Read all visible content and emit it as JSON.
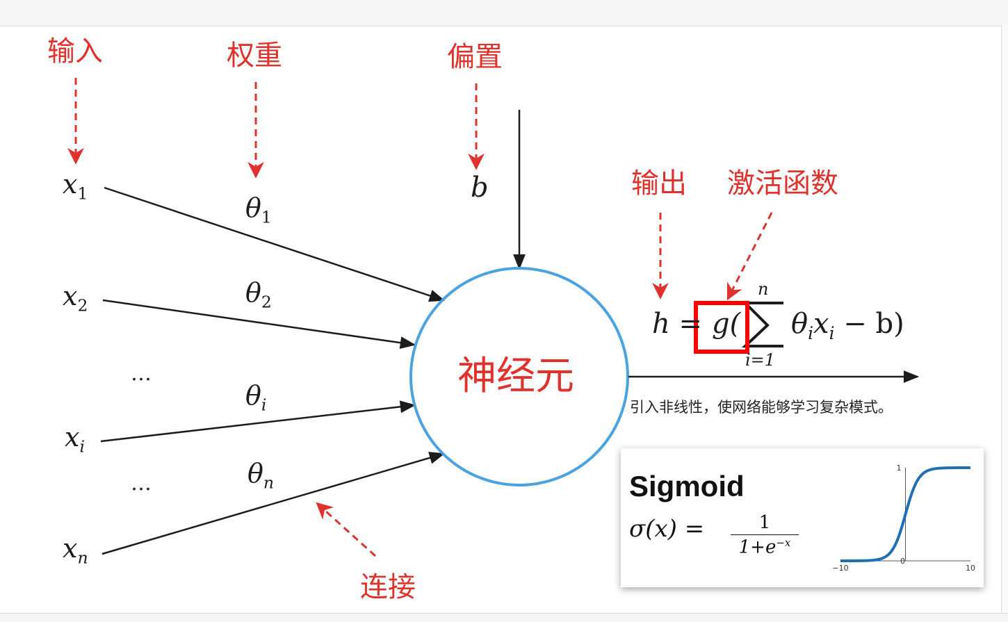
{
  "labels": {
    "input": "输入",
    "weight": "权重",
    "bias": "偏置",
    "output": "输出",
    "activation": "激活函数",
    "connection": "连接",
    "neuron": "神经元"
  },
  "inputs": [
    {
      "base": "x",
      "sub": "1"
    },
    {
      "base": "x",
      "sub": "2"
    },
    {
      "base": "x",
      "sub": "i"
    },
    {
      "base": "x",
      "sub": "n"
    }
  ],
  "weights": [
    {
      "base": "θ",
      "sub": "1"
    },
    {
      "base": "θ",
      "sub": "2"
    },
    {
      "base": "θ",
      "sub": "i"
    },
    {
      "base": "θ",
      "sub": "n"
    }
  ],
  "ellipsis": "…",
  "bias_symbol": "b",
  "formula": {
    "lhs": "h =",
    "g": "g(",
    "sum_upper": "n",
    "sum_lower": "i=1",
    "body": "θ",
    "body_sub": "i",
    "x": "x",
    "x_sub": "i",
    "tail": "− b)"
  },
  "note": "引入非线性，使网络能够学习复杂模式。",
  "sigmoid": {
    "title": "Sigmoid",
    "formula_lhs": "σ(x) =",
    "numerator": "1",
    "denominator": "1+e",
    "exponent": "−x",
    "chart_data": {
      "type": "line",
      "xlim": [
        -10,
        10
      ],
      "ylim": [
        0,
        1
      ],
      "x_ticks": [
        "−10",
        "0",
        "10"
      ],
      "y_ticks": [
        "1",
        "0"
      ],
      "series": [
        {
          "function": "1/(1+e^-x)"
        }
      ],
      "color": "#1f6fb4"
    }
  },
  "colors": {
    "red": "#e0322d",
    "neuron_circle": "#4aa3e0",
    "highlight_box": "#ff0000"
  }
}
